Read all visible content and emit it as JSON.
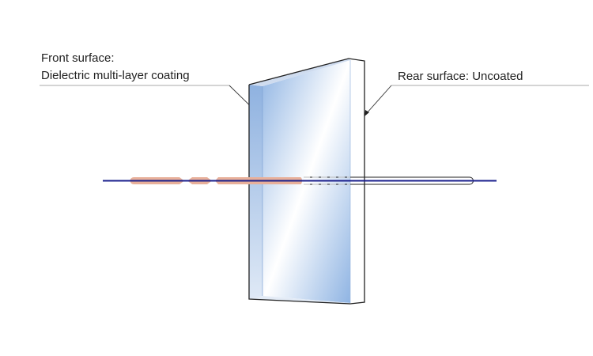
{
  "labels": {
    "front_title": "Front surface:",
    "front_detail": "Dielectric multi-layer coating",
    "rear": "Rear surface: Uncoated"
  },
  "colors": {
    "beam_axis": "#1a1f8c",
    "reflected_beam": "#e8b09a",
    "glass_tint": "#8fb4e3",
    "outline": "#222222",
    "leader_line": "#999999"
  }
}
